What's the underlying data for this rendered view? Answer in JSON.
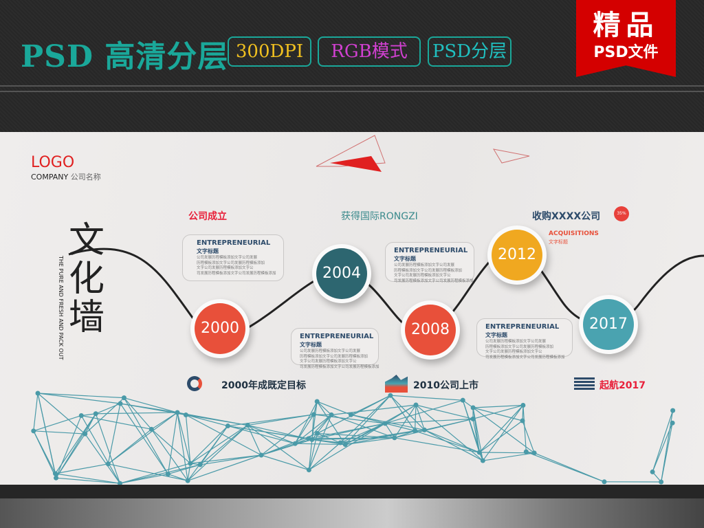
{
  "header": {
    "title": "PSD 高清分层",
    "tags": [
      {
        "label": "300DPI",
        "color": "#f0c020"
      },
      {
        "label": "RGB模式",
        "color": "#d040d0"
      },
      {
        "label": "PSD分层",
        "color": "#20c0c0"
      }
    ],
    "ribbon": {
      "line1": "精品",
      "line2": "PSD文件"
    }
  },
  "poster": {
    "logo": "LOGO",
    "company": "COMPANY",
    "company_cn": "公司名称",
    "title": "文化墙",
    "subtitle": "THE PURE AND FRESH AND PACK OUT",
    "milestones_top": [
      {
        "label": "公司成立",
        "color": "#e8203a"
      },
      {
        "label": "获得国际RONGZI",
        "color": "#3a8a8c"
      },
      {
        "label": "收购XXXX公司",
        "color": "#2d4b6a"
      }
    ],
    "milestones_bottom": [
      {
        "label": "2000年成既定目标",
        "color": "#1e3040"
      },
      {
        "label": "2010公司上市",
        "color": "#1e3040"
      },
      {
        "label": "起航2017",
        "color": "#e8203a"
      }
    ],
    "years": [
      {
        "year": "2000",
        "color": "#e8503a"
      },
      {
        "year": "2004",
        "color": "#2d6670"
      },
      {
        "year": "2008",
        "color": "#e8503a"
      },
      {
        "year": "2012",
        "color": "#f0a820"
      },
      {
        "year": "2017",
        "color": "#4aa3b0"
      }
    ],
    "bubble": {
      "heading": "ENTREPRENEURIAL",
      "subheading": "文字标题",
      "lines": [
        "公司发展历程模板添加文字公司发展",
        "历程模板添加文字公司发展历程模板添加",
        "文字公司发展历程模板添加文字公",
        "司发展历程模板添加文字公司发展历程模板添加"
      ]
    },
    "acquisitions": {
      "heading": "ACQUISITIONS",
      "subheading": "文字标题"
    },
    "percent_badge": "35%"
  }
}
